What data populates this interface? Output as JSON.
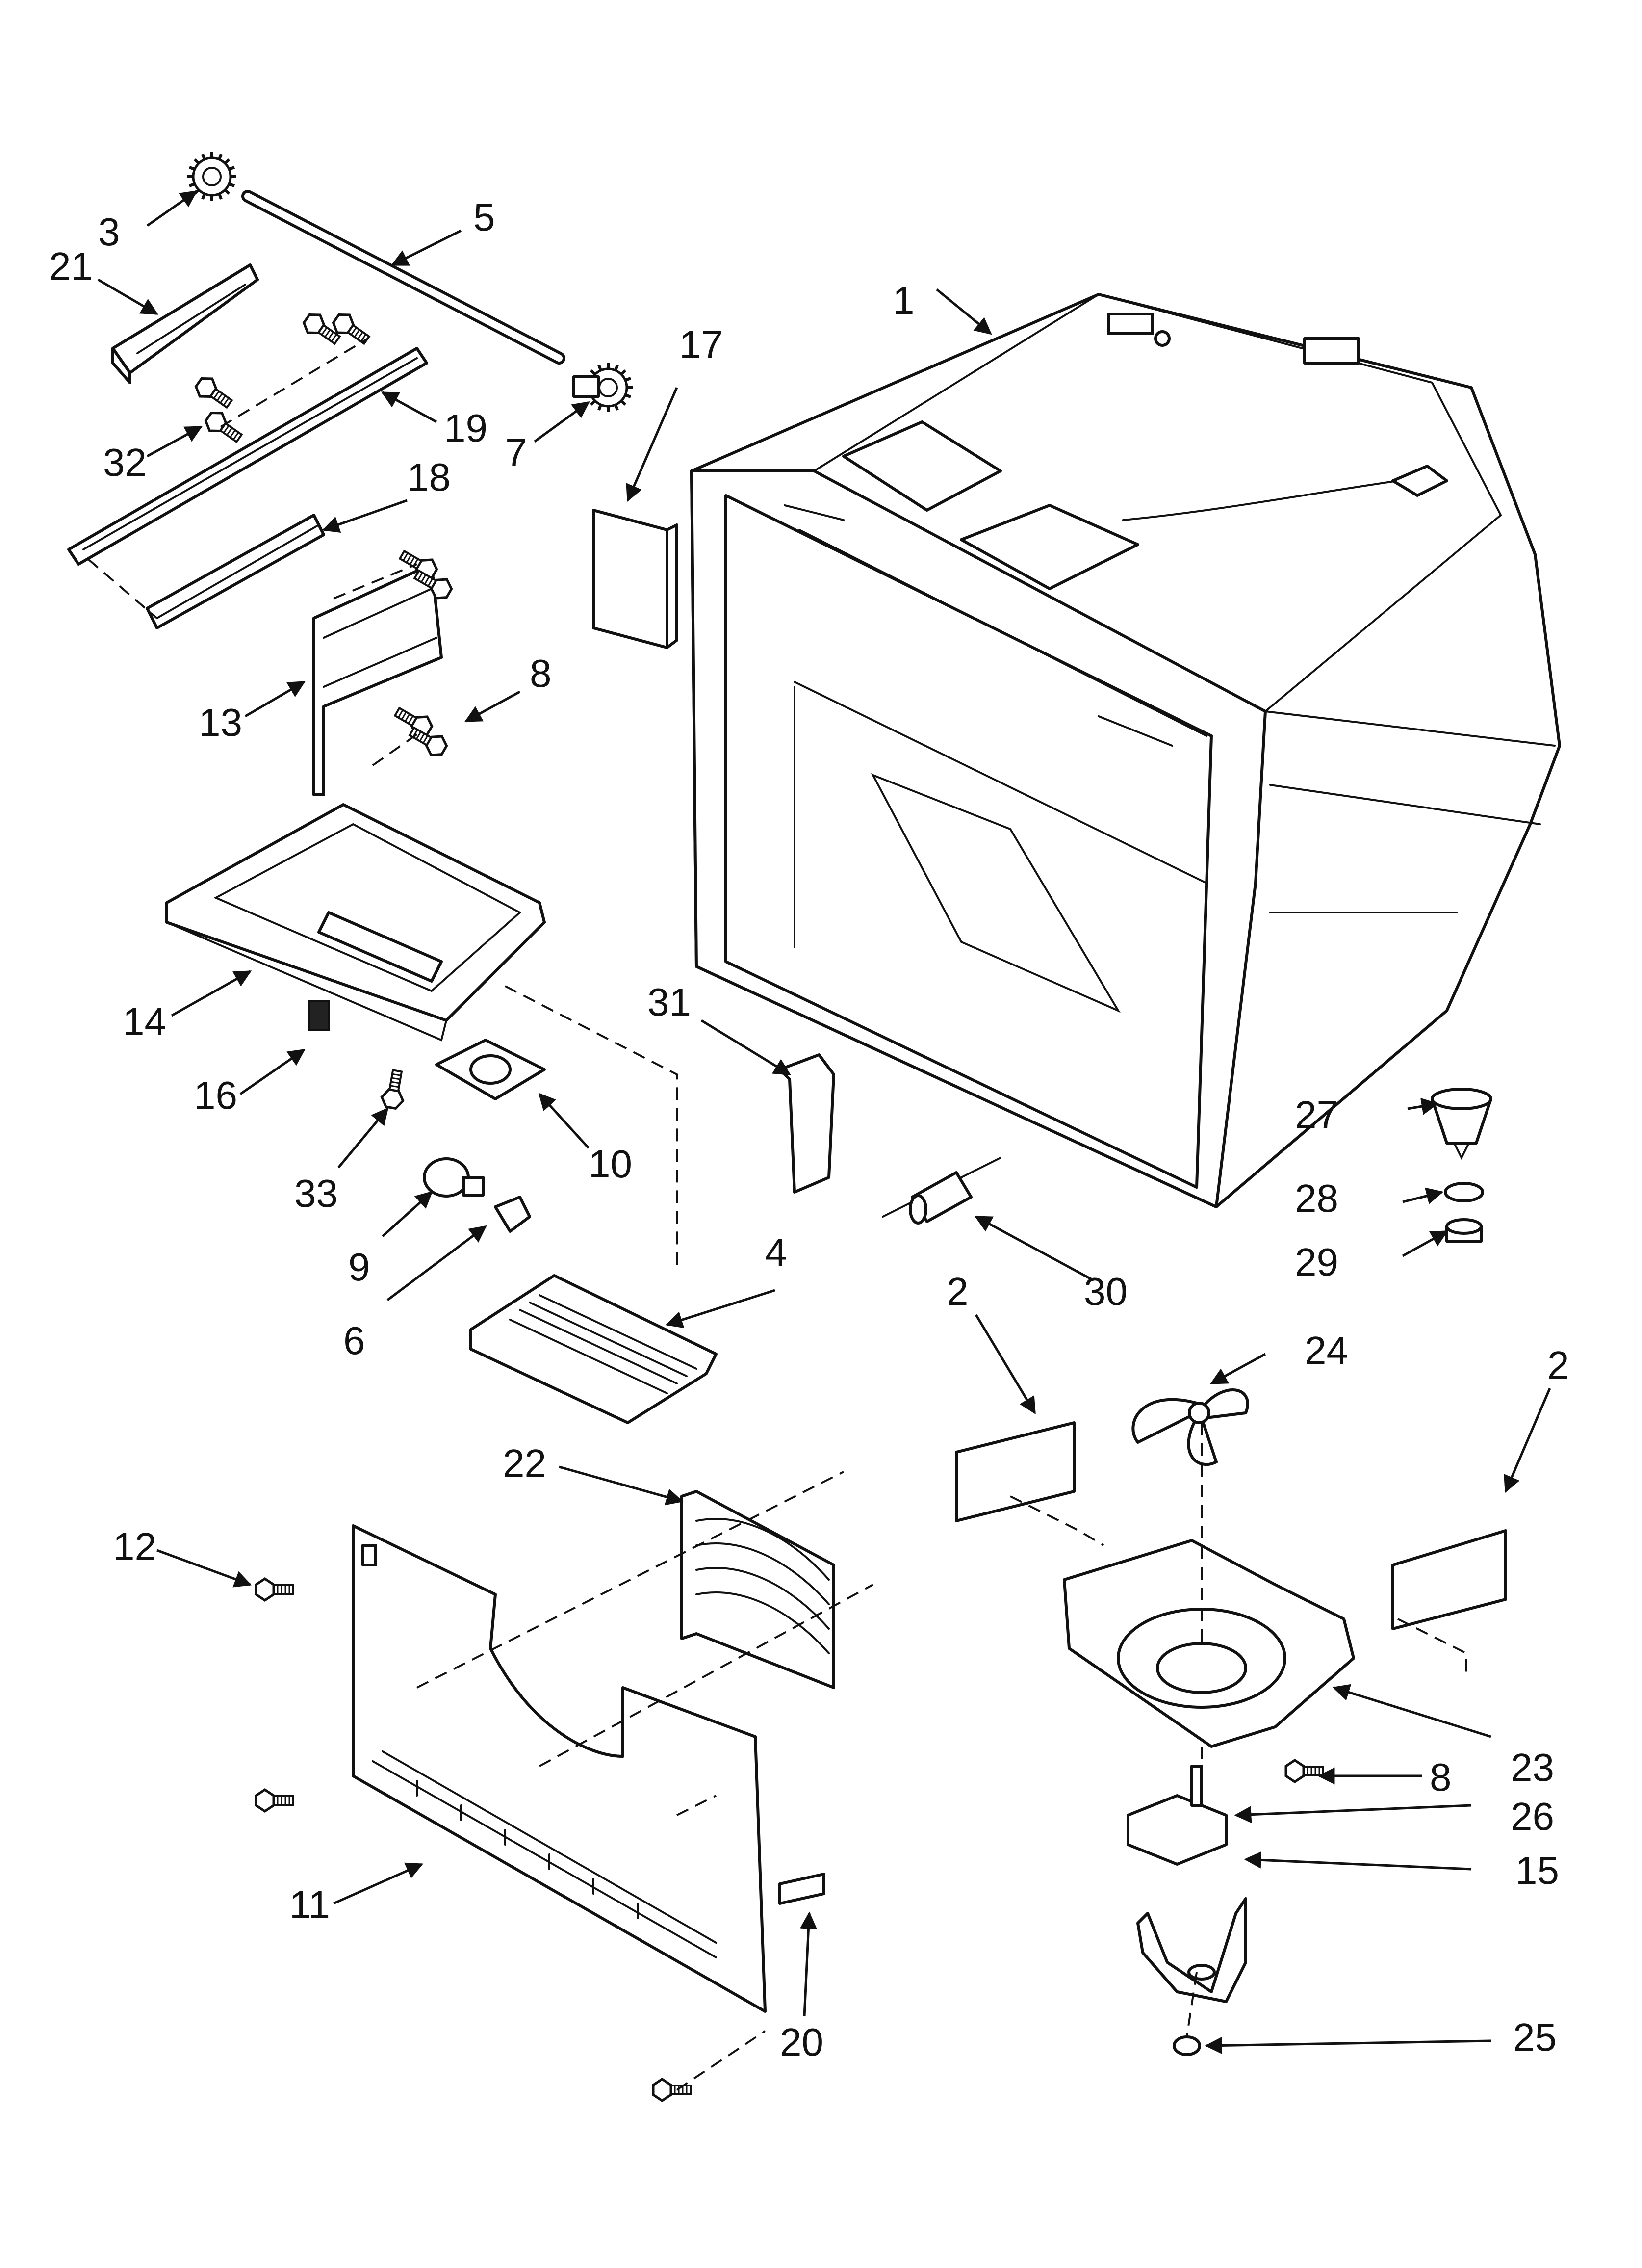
{
  "callouts": {
    "c1": "1",
    "c2a": "2",
    "c2b": "2",
    "c3": "3",
    "c4": "4",
    "c5": "5",
    "c6": "6",
    "c7": "7",
    "c8a": "8",
    "c8b": "8",
    "c9": "9",
    "c10": "10",
    "c11": "11",
    "c12": "12",
    "c13": "13",
    "c14": "14",
    "c15": "15",
    "c16": "16",
    "c17": "17",
    "c18": "18",
    "c19": "19",
    "c20": "20",
    "c21": "21",
    "c22": "22",
    "c23": "23",
    "c24": "24",
    "c25": "25",
    "c26": "26",
    "c27": "27",
    "c28": "28",
    "c29": "29",
    "c30": "30",
    "c31": "31",
    "c32": "32",
    "c33": "33"
  },
  "icons": {
    "arrowhead": "triangle-arrowhead-icon",
    "screw": "screw-icon",
    "gear": "gear-icon"
  }
}
